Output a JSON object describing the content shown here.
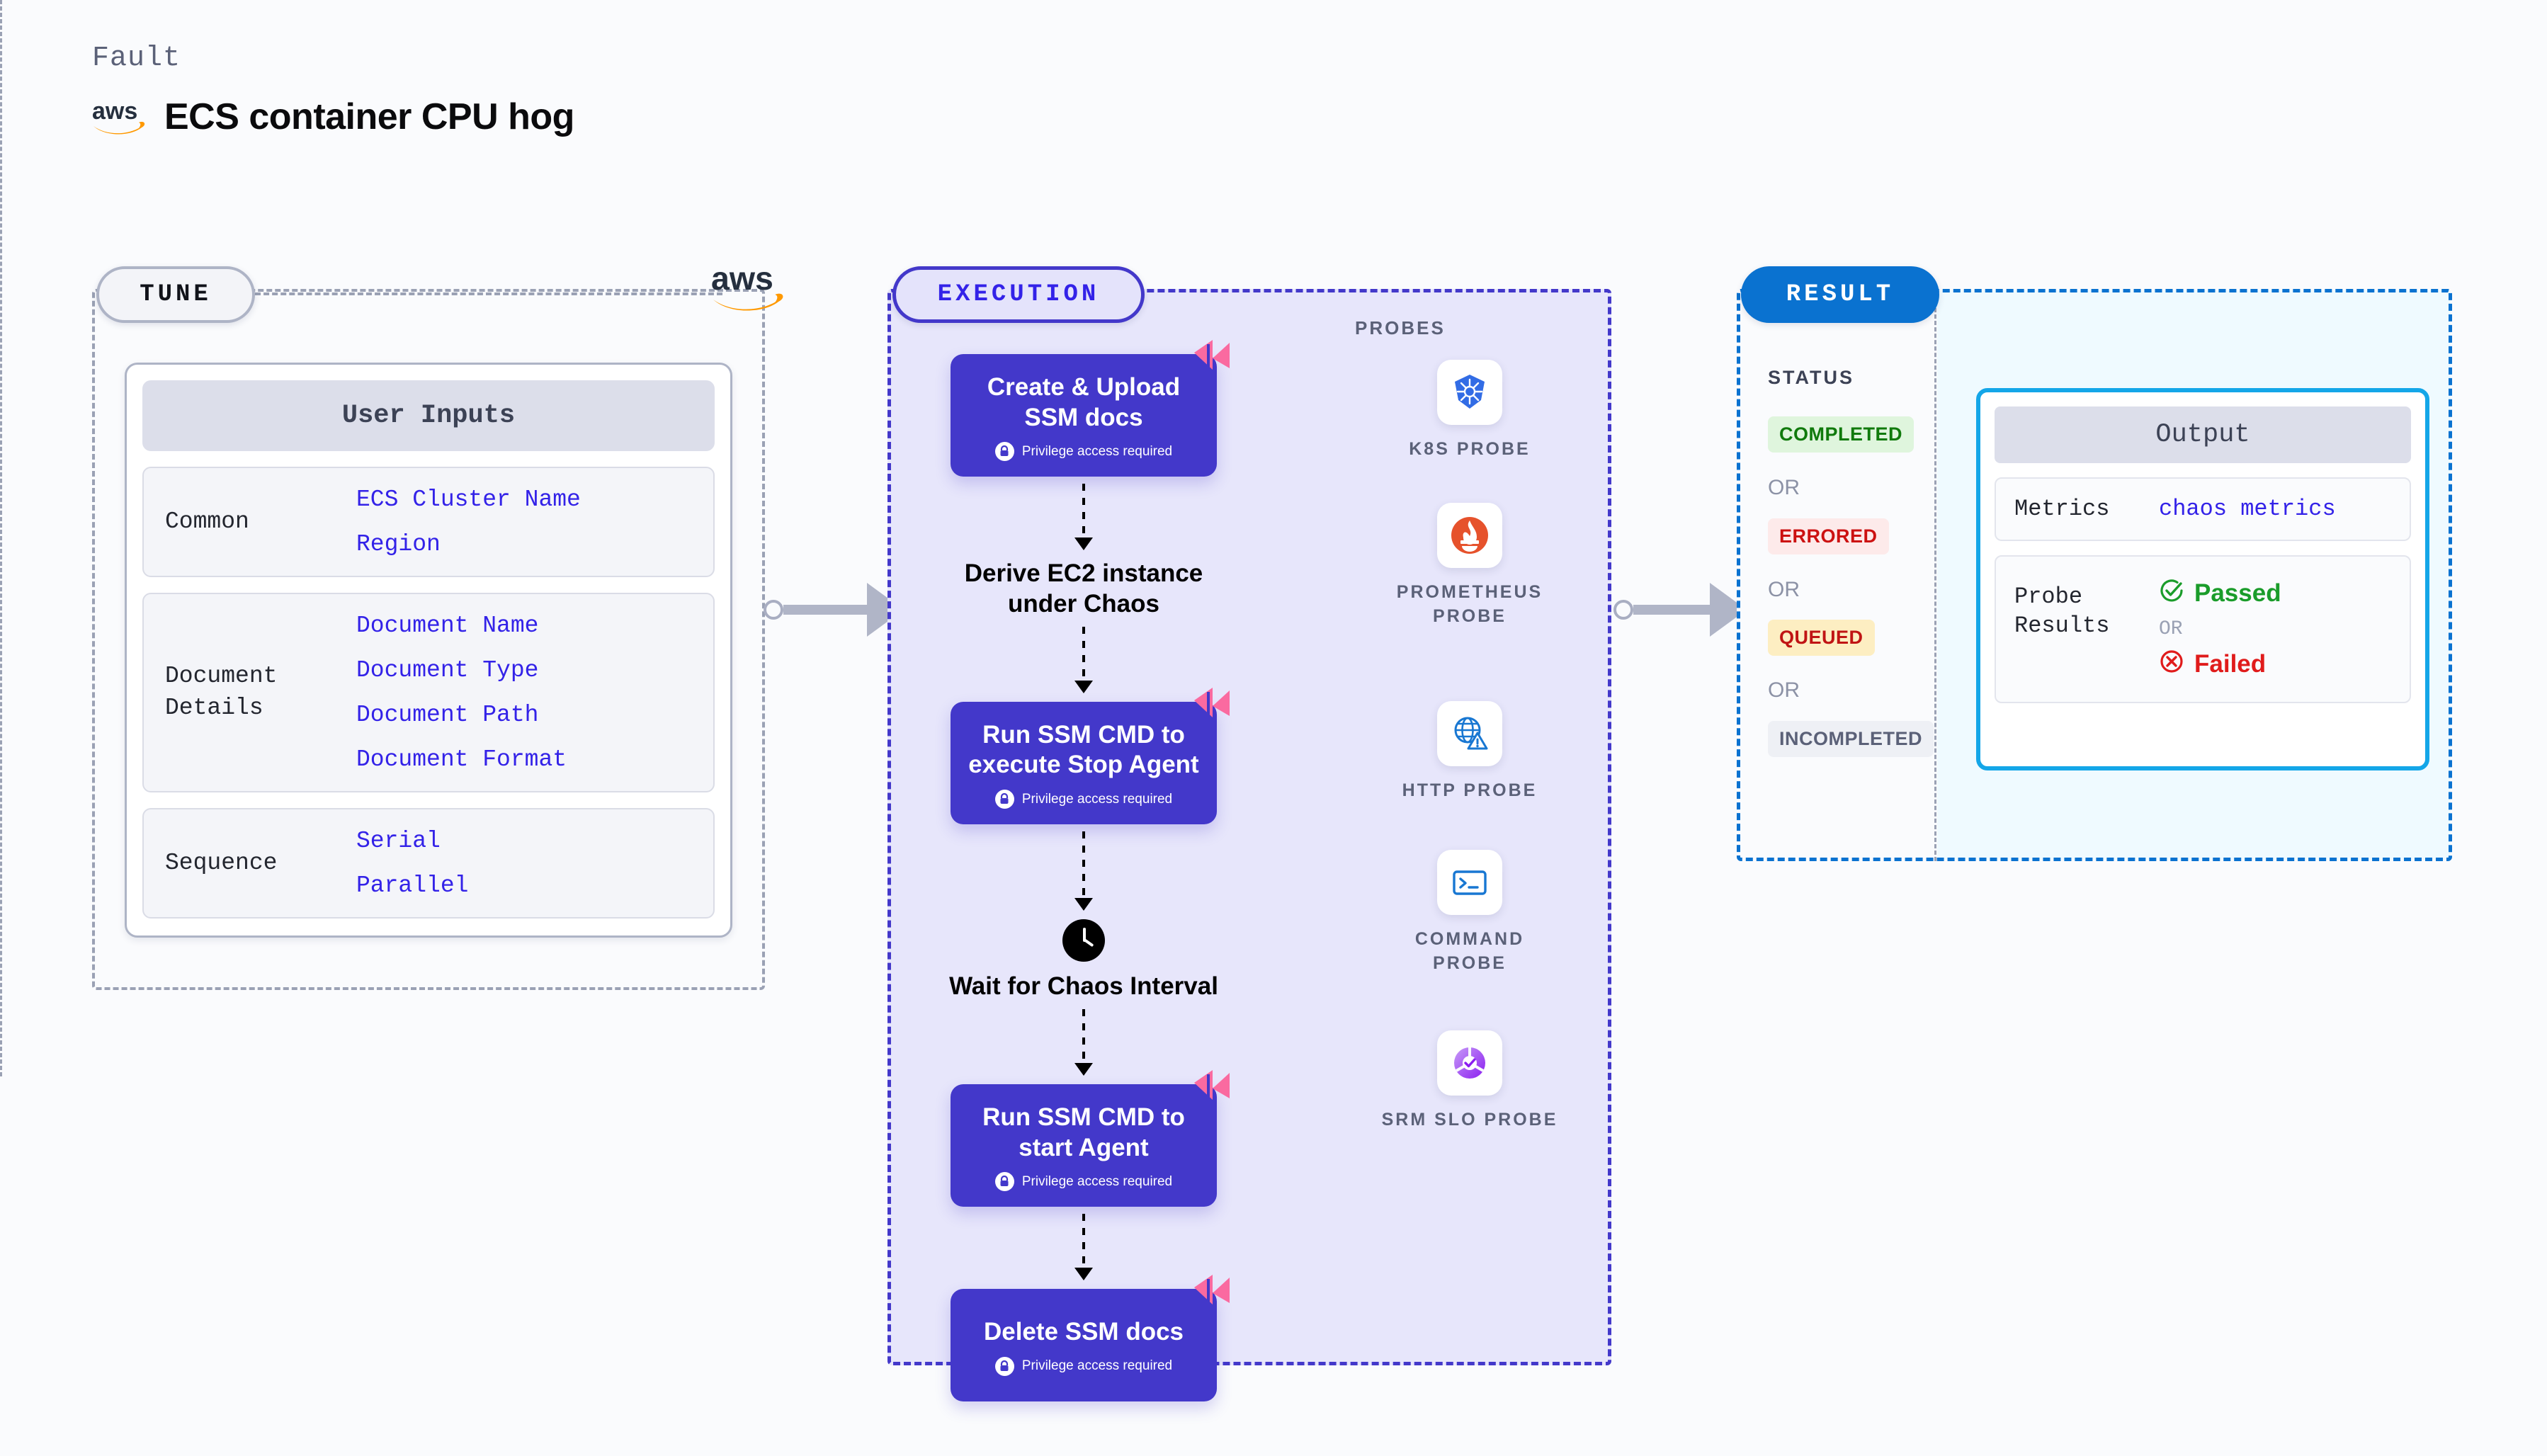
{
  "header": {
    "kicker": "Fault",
    "title": "ECS container CPU hog",
    "brand_icon": "aws-logo"
  },
  "tune": {
    "pill": "TUNE",
    "brand_icon": "aws-logo",
    "card_title": "User Inputs",
    "groups": [
      {
        "label": "Common",
        "values": [
          "ECS Cluster Name",
          "Region"
        ]
      },
      {
        "label": "Document\nDetails",
        "values": [
          "Document Name",
          "Document Type",
          "Document Path",
          "Document Format"
        ]
      },
      {
        "label": "Sequence",
        "values": [
          "Serial",
          "Parallel"
        ]
      }
    ]
  },
  "execution": {
    "pill": "EXECUTION",
    "privilege_note": "Privilege access required",
    "steps": [
      {
        "type": "box",
        "title": "Create & Upload SSM docs",
        "privileged": true,
        "icon": "lock-icon",
        "flag": "flag-icon"
      },
      {
        "type": "plain",
        "title": "Derive EC2 instance under Chaos",
        "privileged": false,
        "icon": ""
      },
      {
        "type": "box",
        "title": "Run SSM CMD to execute Stop Agent",
        "privileged": true,
        "icon": "lock-icon",
        "flag": "flag-icon"
      },
      {
        "type": "plain",
        "title": "Wait for Chaos Interval",
        "privileged": false,
        "icon": "clock-icon"
      },
      {
        "type": "box",
        "title": "Run SSM CMD to start Agent",
        "privileged": true,
        "icon": "lock-icon",
        "flag": "flag-icon"
      },
      {
        "type": "box",
        "title": "Delete SSM docs",
        "privileged": true,
        "icon": "lock-icon",
        "flag": "flag-icon"
      }
    ]
  },
  "probes": {
    "label": "PROBES",
    "items": [
      {
        "name": "K8S PROBE",
        "icon": "kubernetes-icon"
      },
      {
        "name": "PROMETHEUS PROBE",
        "icon": "prometheus-icon"
      },
      {
        "name": "HTTP PROBE",
        "icon": "http-globe-icon"
      },
      {
        "name": "COMMAND PROBE",
        "icon": "terminal-icon"
      },
      {
        "name": "SRM SLO PROBE",
        "icon": "srm-slo-icon"
      }
    ]
  },
  "result": {
    "pill": "RESULT",
    "status_label": "STATUS",
    "or_label": "OR",
    "statuses": [
      {
        "text": "COMPLETED",
        "bg": "#dff5dd",
        "fg": "#107a0c"
      },
      {
        "text": "ERRORED",
        "bg": "#fdeaea",
        "fg": "#cc1111"
      },
      {
        "text": "QUEUED",
        "bg": "#fdeec2",
        "fg": "#c01414"
      },
      {
        "text": "INCOMPLETED",
        "bg": "#eef0f5",
        "fg": "#5b6178"
      }
    ],
    "output": {
      "title": "Output",
      "metrics_key": "Metrics",
      "metrics_value": "chaos metrics",
      "probe_key": "Probe\nResults",
      "passed": "Passed",
      "failed": "Failed",
      "or_label": "OR",
      "passed_color": "#1a9c2a",
      "failed_color": "#e01b1b",
      "passed_icon": "check-circle-icon",
      "failed_icon": "x-circle-icon"
    }
  },
  "connectors": [
    {
      "name": "tune-to-execution"
    },
    {
      "name": "execution-to-result"
    }
  ],
  "colors": {
    "accent_purple": "#4338ca",
    "accent_blue": "#0a72d0",
    "accent_cyan": "#14a6e8",
    "link_blue": "#3322e8",
    "flag_pink": "#fa6aa0",
    "background": "#fafbfd"
  }
}
